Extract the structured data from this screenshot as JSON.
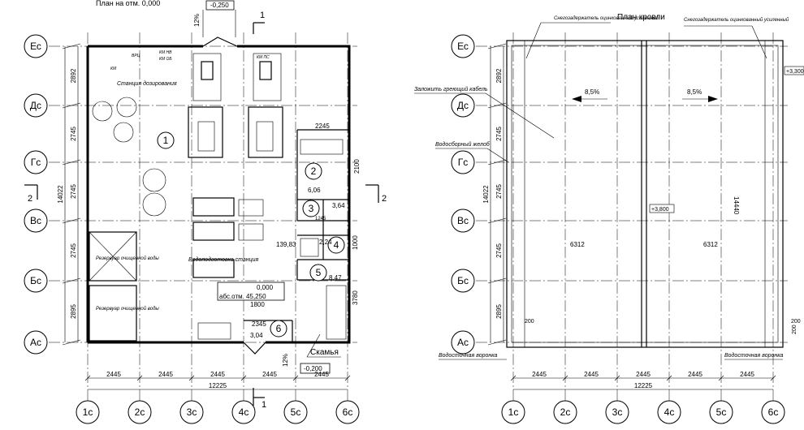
{
  "left_plan": {
    "title": "План на отм. 0,000",
    "level_top": "-0,250",
    "level_bottom": "-0,200",
    "slope_top": "12%",
    "slope_bottom": "12%",
    "section_top": "1",
    "section_bottom": "1",
    "section_left": "2",
    "section_right": "2",
    "rows": [
      "Ес",
      "Дс",
      "Гс",
      "Вс",
      "Бс",
      "Ас"
    ],
    "cols": [
      "1с",
      "2с",
      "3с",
      "4с",
      "5с",
      "6с"
    ],
    "row_dims": [
      "2892",
      "2745",
      "2745",
      "2745",
      "2895"
    ],
    "total_row_dim": "14022",
    "col_dims": [
      "2445",
      "2445",
      "2445",
      "2445",
      "2445"
    ],
    "total_col_dim": "12225",
    "room_numbers": [
      "1",
      "2",
      "3",
      "4",
      "5",
      "6"
    ],
    "room_areas": [
      "139,83",
      "6,06",
      "3,64",
      "2,24",
      "8,47",
      "3,04"
    ],
    "room_area_label_0": "0,000",
    "abs_level": "абс.отм. 45,250",
    "dim_2245": "2245",
    "dim_2100": "2100",
    "dim_1800": "1800",
    "dim_2345": "2345",
    "dim_1245": "1245",
    "dim_3780": "3780",
    "dim_1800b": "1800",
    "dim_1000": "1000",
    "labels": {
      "station": "Станция дозирования",
      "station2": "Водоподготовка станция",
      "reagent1": "Резервуар очищенной воды",
      "reagent2": "Резервуар очищенной воды",
      "bench": "Скамья",
      "vrts": "ВРЦ",
      "km": "КМ",
      "km1": "КМ НВ",
      "km2": "КМ ОБ",
      "km3": "КМ ПС"
    }
  },
  "right_plan": {
    "title": "План кровли",
    "snow_left": "Снегозадержатель оцинкованный усиленный",
    "snow_right": "Снегозадержатель оцинкованный усиленный",
    "heat_cable": "Заложить греющий кабель",
    "gutter": "Водосборный желоб",
    "funnel_left": "Водосточная воронка",
    "funnel_right": "Водосточная воронка",
    "slope_left": "8,5%",
    "slope_right": "8,5%",
    "level_ridge": "+3,800",
    "level_edge": "+3,300",
    "rows": [
      "Ес",
      "Дс",
      "Гс",
      "Вс",
      "Бс",
      "Ас"
    ],
    "cols": [
      "1с",
      "2с",
      "3с",
      "4с",
      "5с",
      "6с"
    ],
    "row_dims": [
      "2892",
      "2745",
      "2745",
      "2745",
      "2895"
    ],
    "total_row_dim": "14022",
    "total_right_dim": "14440",
    "col_dims": [
      "2445",
      "2445",
      "2445",
      "2445",
      "2445"
    ],
    "total_col_dim": "12225",
    "span_left": "6312",
    "span_right": "6312",
    "dim_200a": "200",
    "dim_200b": "200",
    "dim_200c": "200"
  }
}
